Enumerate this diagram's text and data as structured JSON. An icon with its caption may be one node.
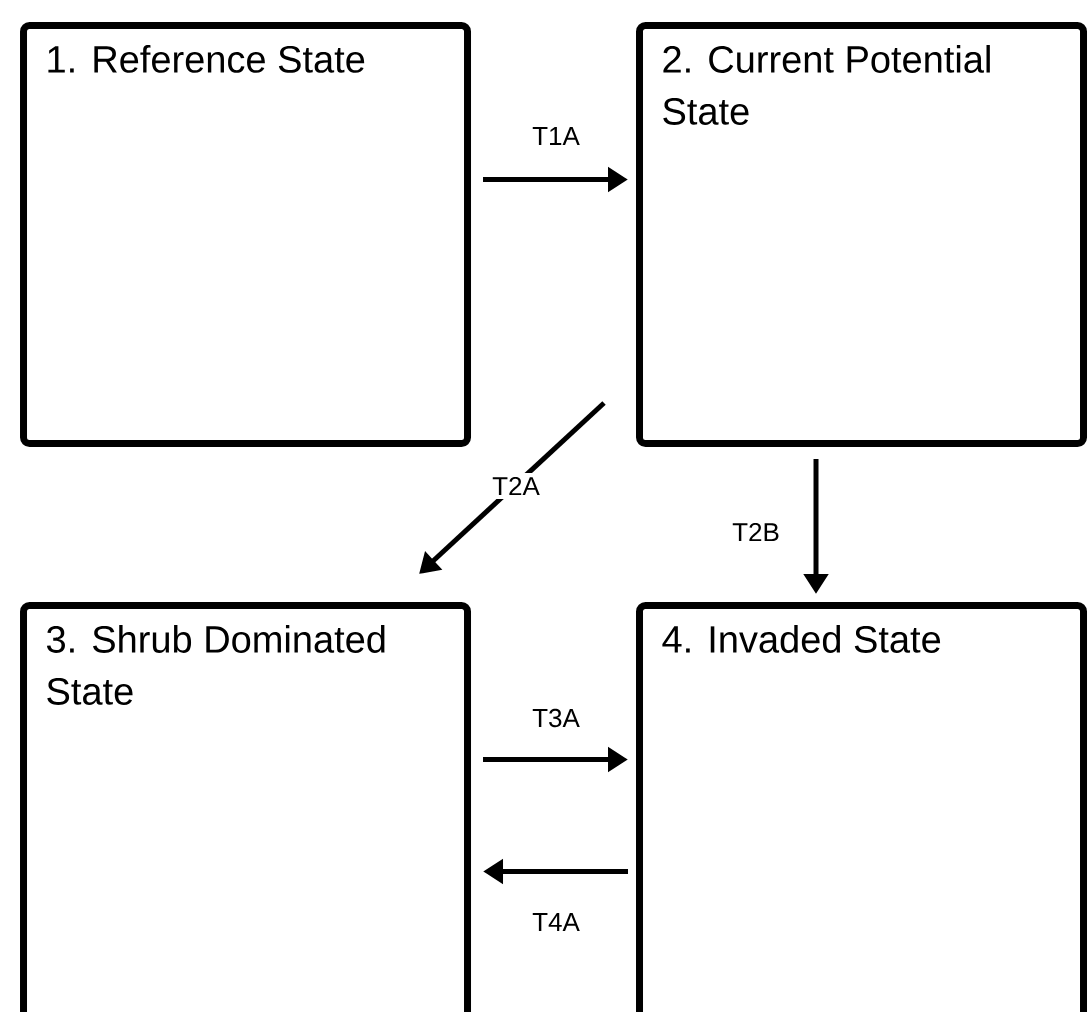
{
  "diagram": {
    "nodes": [
      {
        "text": [
          "1. Reference State"
        ]
      },
      {
        "text": [
          "2. Current Potential State"
        ]
      },
      {
        "text": [
          "3. Shrub Dominated State"
        ]
      },
      {
        "text": [
          "4. Invaded State"
        ]
      }
    ],
    "edges": [
      {
        "from": 0,
        "to": 1,
        "arrow": "to",
        "label": "T1A"
      },
      {
        "from": 1,
        "to": 2,
        "arrow": "to",
        "label": "T2A"
      },
      {
        "from": 1,
        "to": 3,
        "arrow": "to",
        "label": "T2B"
      },
      {
        "from": 2,
        "to": 3,
        "arrow": "to",
        "label": "T3A"
      },
      {
        "from": 3,
        "to": 2,
        "arrow": "to",
        "label": "T4A"
      }
    ]
  }
}
